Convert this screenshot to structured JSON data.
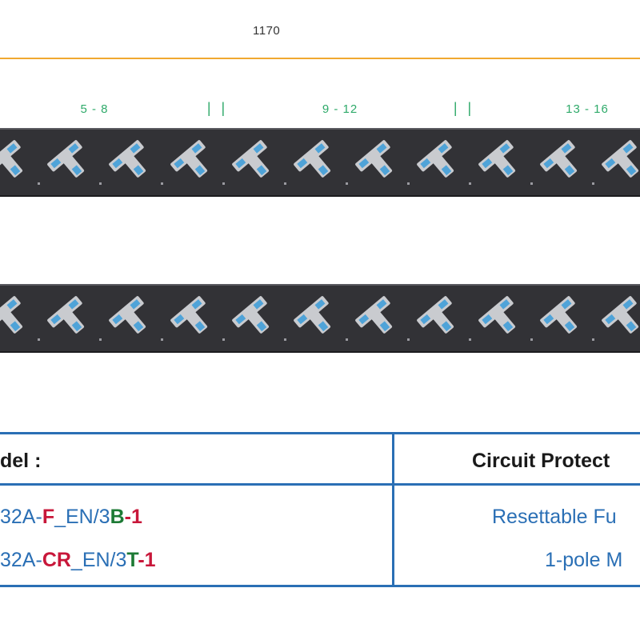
{
  "dimension": {
    "label": "1170"
  },
  "groups": [
    "5 - 8",
    "9 - 12",
    "13 - 16"
  ],
  "separator": "| |",
  "outlets_per_strip": 11,
  "colors": {
    "dimension_line": "#f0a830",
    "group_label": "#2faa6a",
    "strip_body": "#323236",
    "outlet_grey": "#c9cbcf",
    "outlet_blue": "#4fa3d8",
    "table_border": "#2a6fb5",
    "code_red": "#c8173a",
    "code_green": "#1d7a35"
  },
  "table": {
    "col1_header": "del :",
    "col2_header": "Circuit Protect",
    "rows": [
      {
        "model": {
          "prefix": "32A-",
          "code1": "F",
          "mid": "_EN/3",
          "code2": "B",
          "dash": "-",
          "code3": "1"
        },
        "protection": "Resettable Fu"
      },
      {
        "model": {
          "prefix": "32A-",
          "code1": "CR",
          "mid": "_EN/3",
          "code2": "T",
          "dash": "-",
          "code3": "1"
        },
        "protection": "1-pole M"
      }
    ]
  }
}
